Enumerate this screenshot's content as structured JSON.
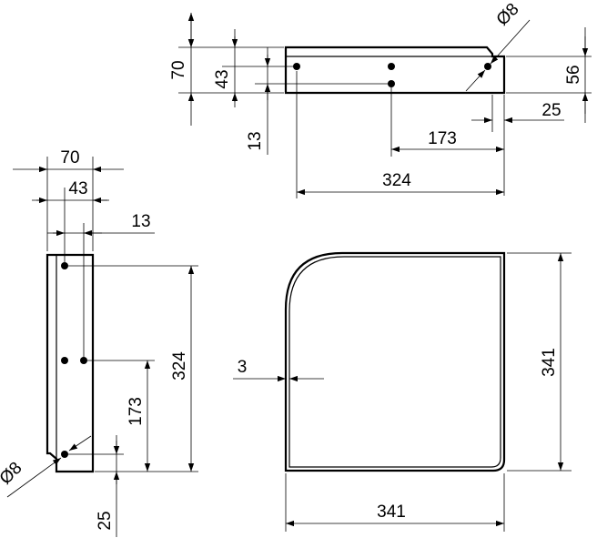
{
  "dimensions": {
    "top_view": {
      "height": "70",
      "hole_row_offset": "43",
      "edge_margin": "13",
      "hole_diameter": "Ø8",
      "right_height": "56",
      "right_offset": "25",
      "hole_spacing": "173",
      "length": "324"
    },
    "side_view": {
      "width": "70",
      "hole_column_offset": "43",
      "edge_margin": "13",
      "length": "324",
      "hole_spacing": "173",
      "hole_diameter": "Ø8",
      "bottom_offset": "25"
    },
    "front_view": {
      "thickness": "3",
      "width": "341",
      "height": "341"
    }
  }
}
